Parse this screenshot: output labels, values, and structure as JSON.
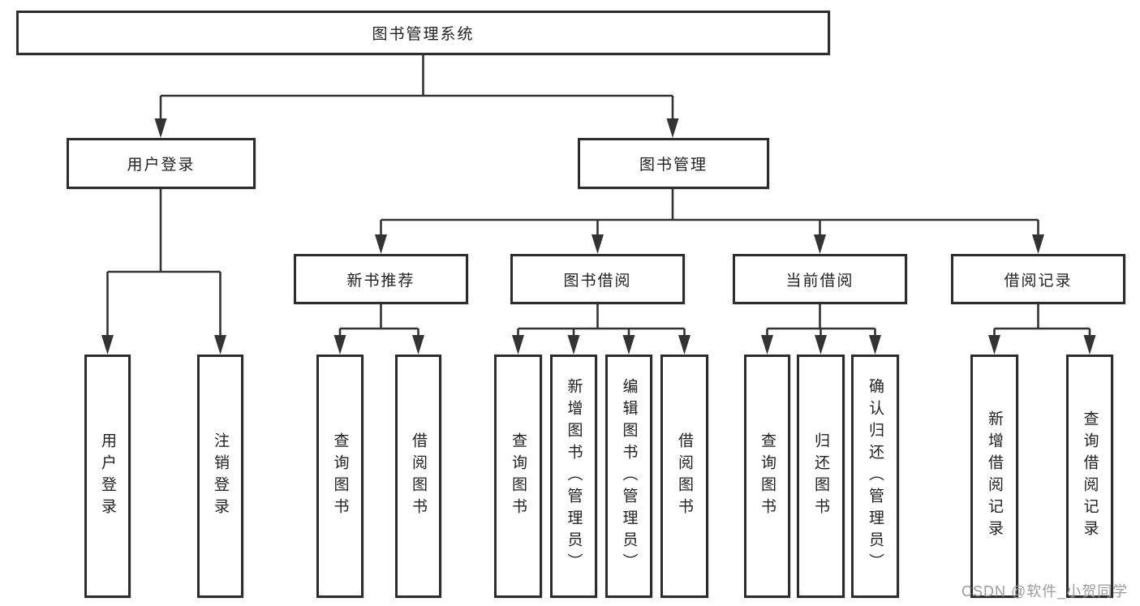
{
  "colors": {
    "line": "#333333",
    "box_border": "#2d2d2d",
    "box_fill": "#ffffff",
    "text": "#222222",
    "watermark": "#9c9c9c",
    "background": "#ffffff"
  },
  "nodes": {
    "root": "图书管理系统",
    "user_login": "用户登录",
    "book_mgmt": "图书管理",
    "new_book_rec": "新书推荐",
    "book_borrow": "图书借阅",
    "current_borrow": "当前借阅",
    "borrow_record": "借阅记录",
    "leaf_user_login": "用户登录",
    "leaf_logout": "注销登录",
    "leaf_nb_query": "查询图书",
    "leaf_nb_borrow": "借阅图书",
    "leaf_bb_query": "查询图书",
    "leaf_bb_add": "新增图书（管理员）",
    "leaf_bb_edit": "编辑图书（管理员）",
    "leaf_bb_borrow": "借阅图书",
    "leaf_cb_query": "查询图书",
    "leaf_cb_return": "归还图书",
    "leaf_cb_confirm": "确认归还（管理员）",
    "leaf_br_add": "新增借阅记录",
    "leaf_br_query": "查询借阅记录"
  },
  "hierarchy": {
    "图书管理系统": {
      "用户登录": [
        "用户登录",
        "注销登录"
      ],
      "图书管理": {
        "新书推荐": [
          "查询图书",
          "借阅图书"
        ],
        "图书借阅": [
          "查询图书",
          "新增图书（管理员）",
          "编辑图书（管理员）",
          "借阅图书"
        ],
        "当前借阅": [
          "查询图书",
          "归还图书",
          "确认归还（管理员）"
        ],
        "借阅记录": [
          "新增借阅记录",
          "查询借阅记录"
        ]
      }
    }
  },
  "watermark": "CSDN @软件_小贺同学"
}
